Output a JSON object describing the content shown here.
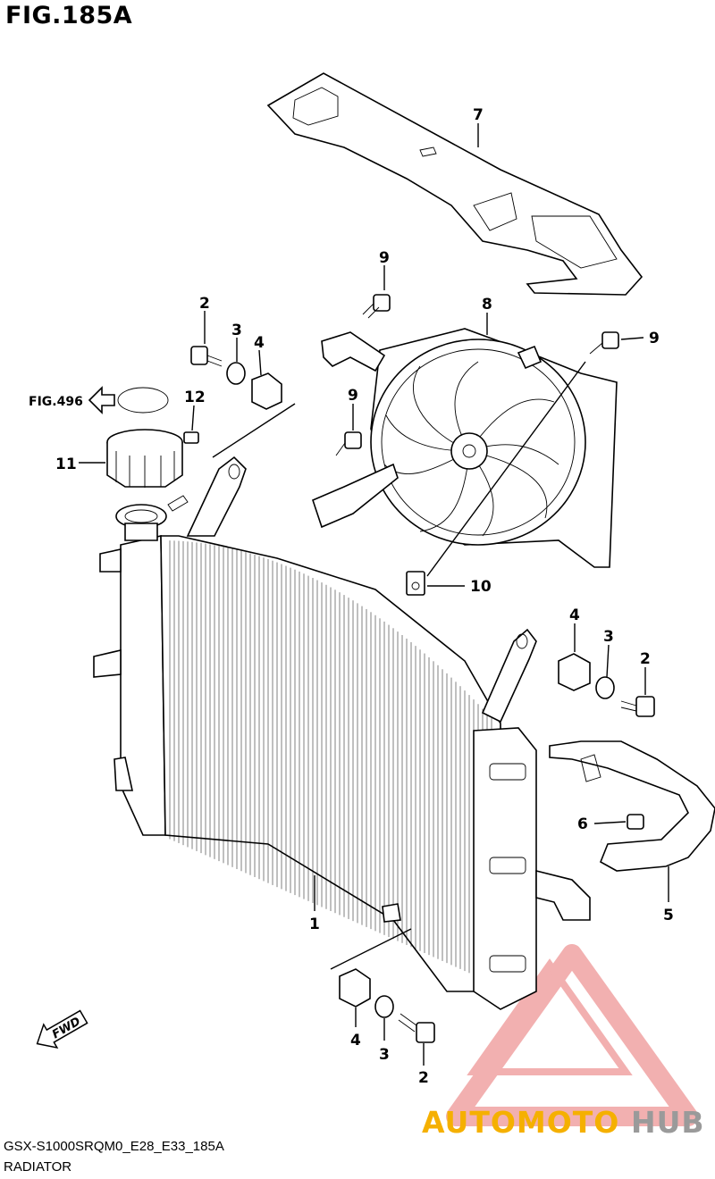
{
  "figure": {
    "title": "FIG.185A",
    "model_code": "GSX-S1000SRQM0_E28_E33_185A",
    "section_name": "RADIATOR"
  },
  "reference": {
    "label": "FIG.496"
  },
  "direction_arrow": {
    "label": "FWD"
  },
  "callouts": [
    {
      "id": "c-7",
      "number": "7"
    },
    {
      "id": "c-9a",
      "number": "9"
    },
    {
      "id": "c-8",
      "number": "8"
    },
    {
      "id": "c-9b",
      "number": "9"
    },
    {
      "id": "c-2a",
      "number": "2"
    },
    {
      "id": "c-3a",
      "number": "3"
    },
    {
      "id": "c-4a",
      "number": "4"
    },
    {
      "id": "c-9c",
      "number": "9"
    },
    {
      "id": "c-12",
      "number": "12"
    },
    {
      "id": "c-11",
      "number": "11"
    },
    {
      "id": "c-10",
      "number": "10"
    },
    {
      "id": "c-4b",
      "number": "4"
    },
    {
      "id": "c-3b",
      "number": "3"
    },
    {
      "id": "c-2b",
      "number": "2"
    },
    {
      "id": "c-6",
      "number": "6"
    },
    {
      "id": "c-5",
      "number": "5"
    },
    {
      "id": "c-1",
      "number": "1"
    },
    {
      "id": "c-4c",
      "number": "4"
    },
    {
      "id": "c-3c",
      "number": "3"
    },
    {
      "id": "c-2c",
      "number": "2"
    }
  ],
  "watermark": {
    "part1": "AUTOMOTO",
    "part2": "HUB",
    "color_primary": "#f5b000",
    "color_secondary": "#9a9a9a",
    "logo_color": "#e87070"
  }
}
